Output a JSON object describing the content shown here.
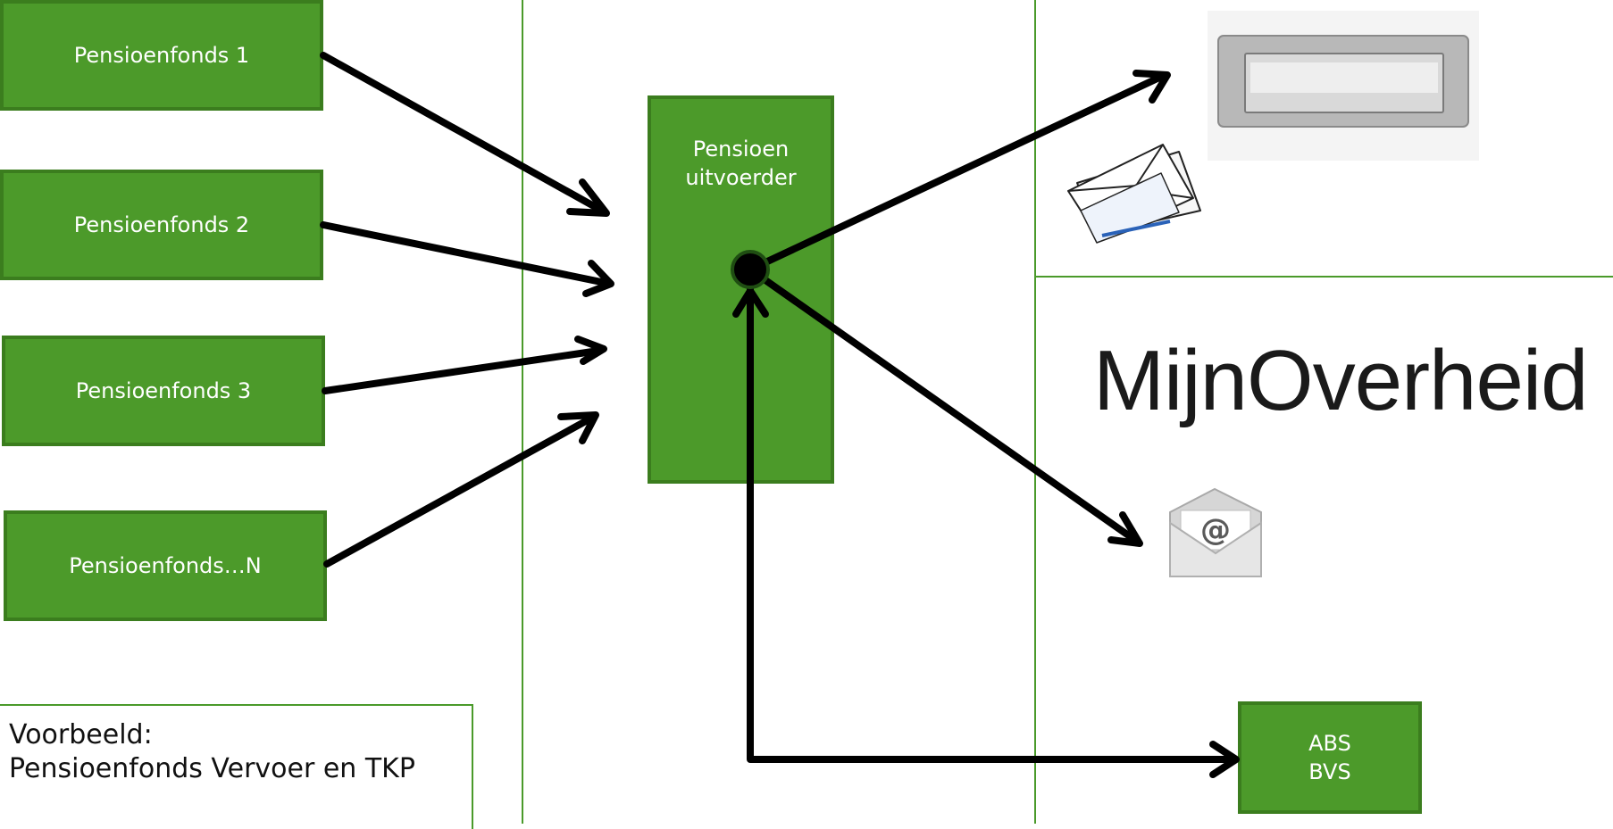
{
  "funds": [
    {
      "label": "Pensioenfonds 1"
    },
    {
      "label": "Pensioenfonds 2"
    },
    {
      "label": "Pensioenfonds 3"
    },
    {
      "label": "Pensioenfonds…N"
    }
  ],
  "executor": {
    "label": "Pensioen\nuitvoerder"
  },
  "register": {
    "label": "ABS\nBVS"
  },
  "portal": {
    "label": "MijnOverheid"
  },
  "icons": {
    "mail_slot": "mail-slot-icon",
    "letters": "letters-icon",
    "email": "email-icon"
  },
  "example": {
    "line1": "Voorbeeld:",
    "line2": "Pensioenfonds Vervoer en TKP"
  },
  "colors": {
    "box_fill": "#4c9a2a",
    "box_border": "#3b7d1e",
    "divider": "#4a9a2a",
    "arrow": "#000000"
  }
}
